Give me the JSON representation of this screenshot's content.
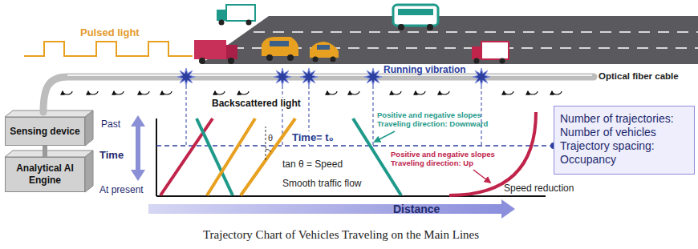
{
  "diagram": {
    "caption": "Trajectory Chart of Vehicles Traveling on the Main Lines",
    "nodes": [
      {
        "text": [
          "Sensing device"
        ]
      },
      {
        "text": [
          "Analytical AI Engine"
        ]
      },
      {
        "text": [
          "Number of trajectories: Number of vehicles",
          "Trajectory spacing: Occupancy"
        ]
      }
    ],
    "edges": [
      {
        "from": 0,
        "to": 1,
        "arrow": "none"
      }
    ],
    "labels": [
      "Pulsed light",
      "Running vibration",
      "Optical fiber cable",
      "Backscattered light",
      "Past",
      "Time",
      "At present",
      "Time= t₀",
      "θ",
      "tan θ = Speed",
      "Smooth traffic flow",
      "Positive and negative slopes Traveling direction: Downward",
      "Positive and negative slopes Traveling direction: Up",
      "Speed reduction",
      "Distance"
    ]
  }
}
